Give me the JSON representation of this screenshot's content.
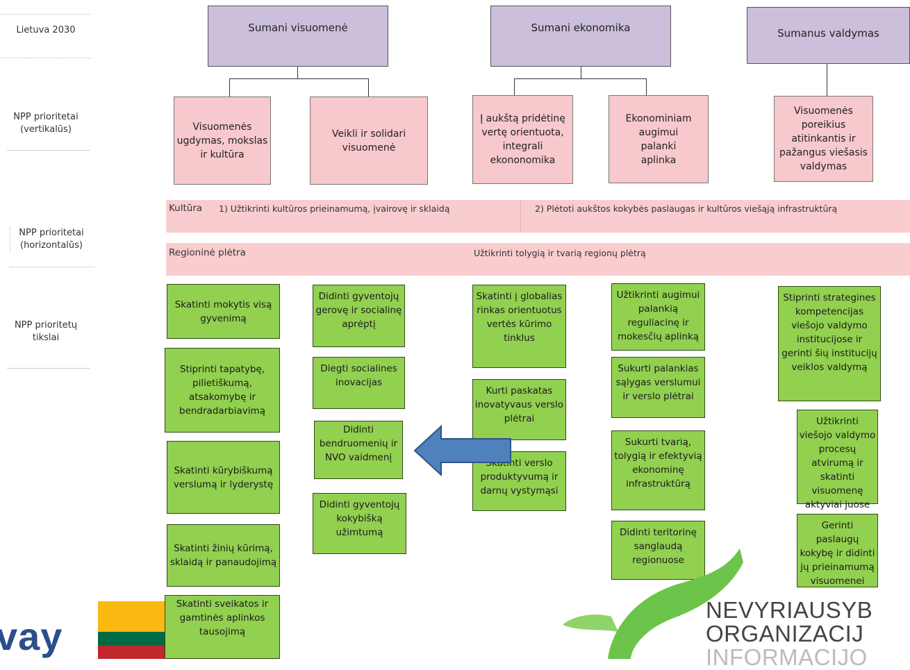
{
  "row_labels": {
    "lietuva": "Lietuva 2030",
    "vertical_line1": "NPP prioritetai",
    "vertical_line2": "(vertikalūs)",
    "horizontal_line1": "NPP prioritetai",
    "horizontal_line2": "(horizontalūs)",
    "goals_line1": "NPP prioritetų",
    "goals_line2": "tikslai"
  },
  "top_boxes": [
    "Sumani visuomenė",
    "Sumani ekonomika",
    "Sumanus valdymas"
  ],
  "priorities": [
    "Visuomenės ugdymas, mokslas ir kultūra",
    "Veikli ir solidari visuomenė",
    "Į aukštą pridėtinę vertę orientuota, integrali ekononomika",
    "Ekonominiam augimui palanki aplinka",
    "Visuomenės poreikius atitinkantis ir pažangus viešasis valdymas"
  ],
  "bands": {
    "kultura_label": "Kultūra",
    "kultura_goal1": "1) Užtikrinti kultūros prieinamumą, įvairovę ir sklaidą",
    "kultura_goal2": "2) Plėtoti aukštos kokybės paslaugas ir kultūros viešąją infrastruktūrą",
    "regional_label": "Regioninė plėtra",
    "regional_goal": "Užtikrinti tolygią ir tvarią regionų plėtrą"
  },
  "goals": {
    "col1": [
      "Skatinti mokytis visą gyvenimą",
      "Stiprinti tapatybę, pilietiškumą, atsakomybę ir bendradarbiavimą",
      "Skatinti kūrybiškumą verslumą ir lyderystę",
      "Skatinti žinių kūrimą, sklaidą ir panaudojimą",
      "Skatinti sveikatos ir gamtinės aplinkos tausojimą"
    ],
    "col2": [
      "Didinti gyventojų gerovę ir socialinę aprėptį",
      "Diegti socialines inovacijas",
      "Didinti bendruomenių ir NVO vaidmenį",
      "Didinti gyventojų kokybišką užimtumą"
    ],
    "col3": [
      "Skatinti į globalias rinkas orientuotus vertės kūrimo tinklus",
      "Kurti paskatas inovatyvaus verslo plėtrai",
      "Skatinti verslo produktyvumą ir darnų vystymąsi"
    ],
    "col4": [
      "Užtikrinti augimui palankią reguliacinę ir mokesčių aplinką",
      "Sukurti palankias sąlygas verslumui ir verslo plėtrai",
      "Sukurti tvarią, tolygią ir efektyvią ekonominę infrastruktūrą",
      "Didinti teritorinę sanglaudą regionuose"
    ],
    "col5": [
      "Stiprinti strategines kompetencijas viešojo valdymo institucijose ir gerinti šių institucijų veiklos valdymą",
      "Užtikrinti viešojo valdymo procesų atvirumą ir skatinti visuomenę aktyviai juose dalyvauti",
      "Gerinti paslaugų kokybę ir didinti jų prieinamumą visuomenei"
    ]
  },
  "footer": {
    "left_fragment": "vay",
    "ngo_line1": "NEVYRIAUSYB",
    "ngo_line2": "ORGANIZACIJ",
    "ngo_line3": "INFORMACIJO"
  },
  "colors": {
    "top": "#cbbfdc",
    "priority": "#f7c8cc",
    "band": "#f9cdd0",
    "goal": "#92d050",
    "arrow": "#4f81bd",
    "logo_green": "#5fbf3f"
  }
}
